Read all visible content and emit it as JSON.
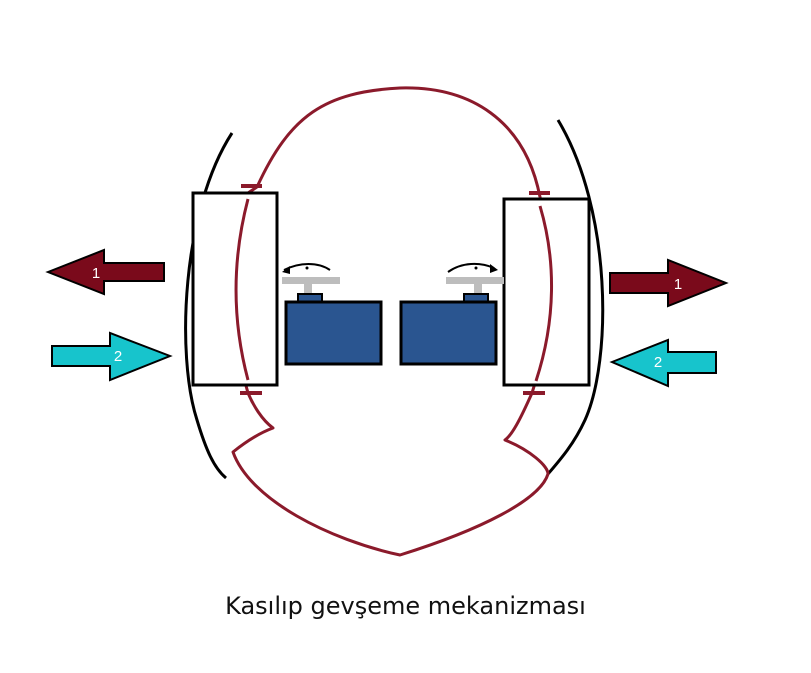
{
  "caption": "Kasılıp gevşeme mekanizması",
  "arrows": [
    {
      "side": "left",
      "direction": "outward",
      "label": "1"
    },
    {
      "side": "left",
      "direction": "inward",
      "label": "2"
    },
    {
      "side": "right",
      "direction": "outward",
      "label": "1"
    },
    {
      "side": "right",
      "direction": "inward",
      "label": "2"
    }
  ],
  "colors": {
    "arrow_1": "#7a0a1b",
    "arrow_2": "#17c4cc",
    "muscle": "#8b1a2b",
    "servo": "#2a5590",
    "servo_horn": "#bdbdbd",
    "outline": "#000000"
  },
  "components": {
    "servos": [
      "servo-left",
      "servo-right"
    ],
    "plates": [
      "plate-left",
      "plate-right"
    ],
    "shells": [
      "shell-left",
      "shell-right"
    ]
  }
}
